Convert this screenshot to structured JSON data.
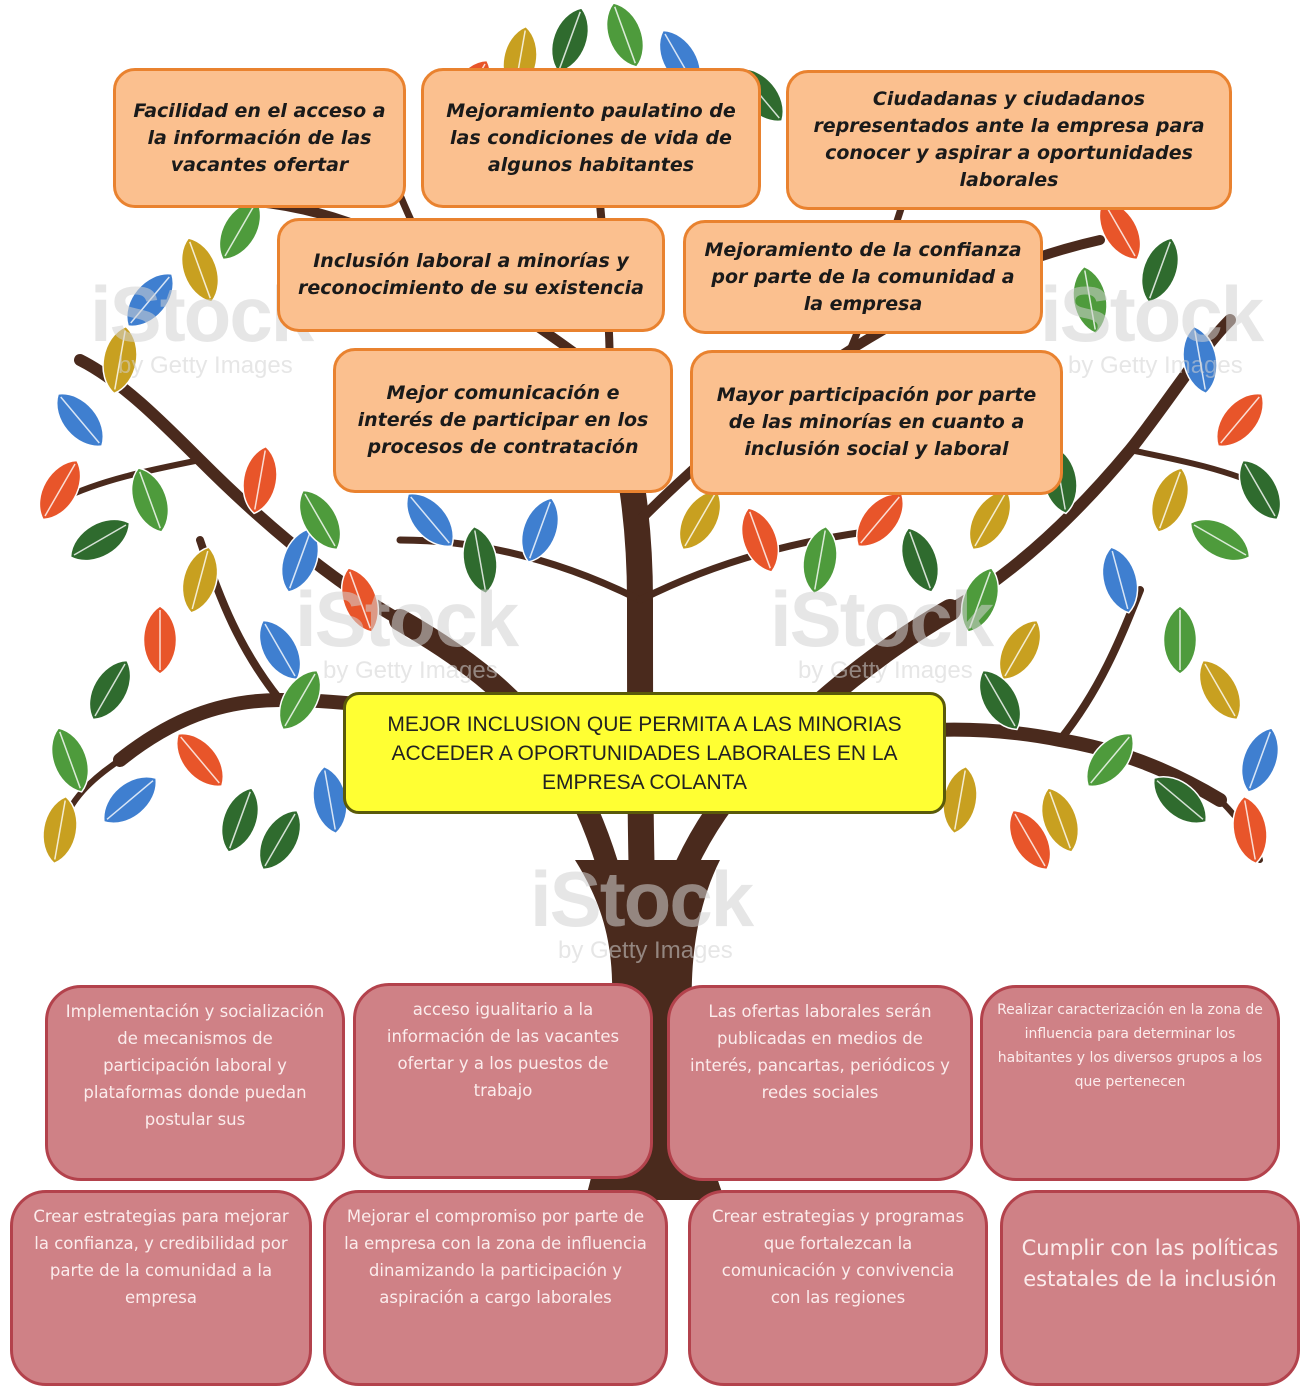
{
  "colors": {
    "trunk": "#4a2a1d",
    "leaf_green": "#2f6b2e",
    "leaf_light_green": "#4e9b3c",
    "leaf_gold": "#c8a020",
    "leaf_blue": "#3f7fd0",
    "leaf_orange": "#e8552a",
    "effect_box_fill": "#fbc08f",
    "effect_box_border": "#e9822f",
    "center_box_fill": "#ffff33",
    "root_box_fill": "#cf8186",
    "root_box_border": "#b3424c"
  },
  "watermarks": [
    {
      "brand": "iStock",
      "by": "by Getty Images"
    },
    {
      "brand": "iStock",
      "by": "by Getty Images"
    },
    {
      "brand": "iStock",
      "by": "by Getty Images"
    },
    {
      "brand": "iStock",
      "by": "by Getty Images"
    },
    {
      "brand": "iStock",
      "by": "by Getty Images"
    }
  ],
  "effects": [
    "Facilidad en el acceso a la información de las vacantes ofertar",
    "Mejoramiento paulatino de las condiciones de vida de algunos habitantes",
    "Ciudadanas y ciudadanos representados ante la empresa para conocer y aspirar a oportunidades laborales",
    "Inclusión laboral a minorías y reconocimiento de su existencia",
    "Mejoramiento de la confianza por parte de la comunidad a la empresa",
    "Mejor comunicación e interés de participar en los procesos de contratación",
    "Mayor participación por parte de las minorías en cuanto a inclusión social y laboral"
  ],
  "central_objective": "MEJOR INCLUSION QUE PERMITA A LAS MINORIAS ACCEDER A OPORTUNIDADES LABORALES EN LA EMPRESA COLANTA",
  "means": [
    "Implementación y socialización de mecanismos de participación laboral y plataformas donde puedan postular sus",
    "acceso igualitario a la información de las vacantes ofertar y a los puestos de trabajo",
    "Las ofertas laborales serán publicadas en medios de interés, pancartas, periódicos y redes sociales",
    "Realizar caracterización en la zona de influencia para determinar los habitantes y los diversos grupos a los que pertenecen",
    "Crear estrategias para mejorar la confianza, y credibilidad por parte de la comunidad a la empresa",
    "Mejorar el compromiso por parte de la empresa con la zona de influencia dinamizando la participación y aspiración a cargo laborales",
    "Crear estrategias y programas que fortalezcan la comunicación y convivencia con las regiones",
    "Cumplir con las políticas estatales de la inclusión"
  ]
}
